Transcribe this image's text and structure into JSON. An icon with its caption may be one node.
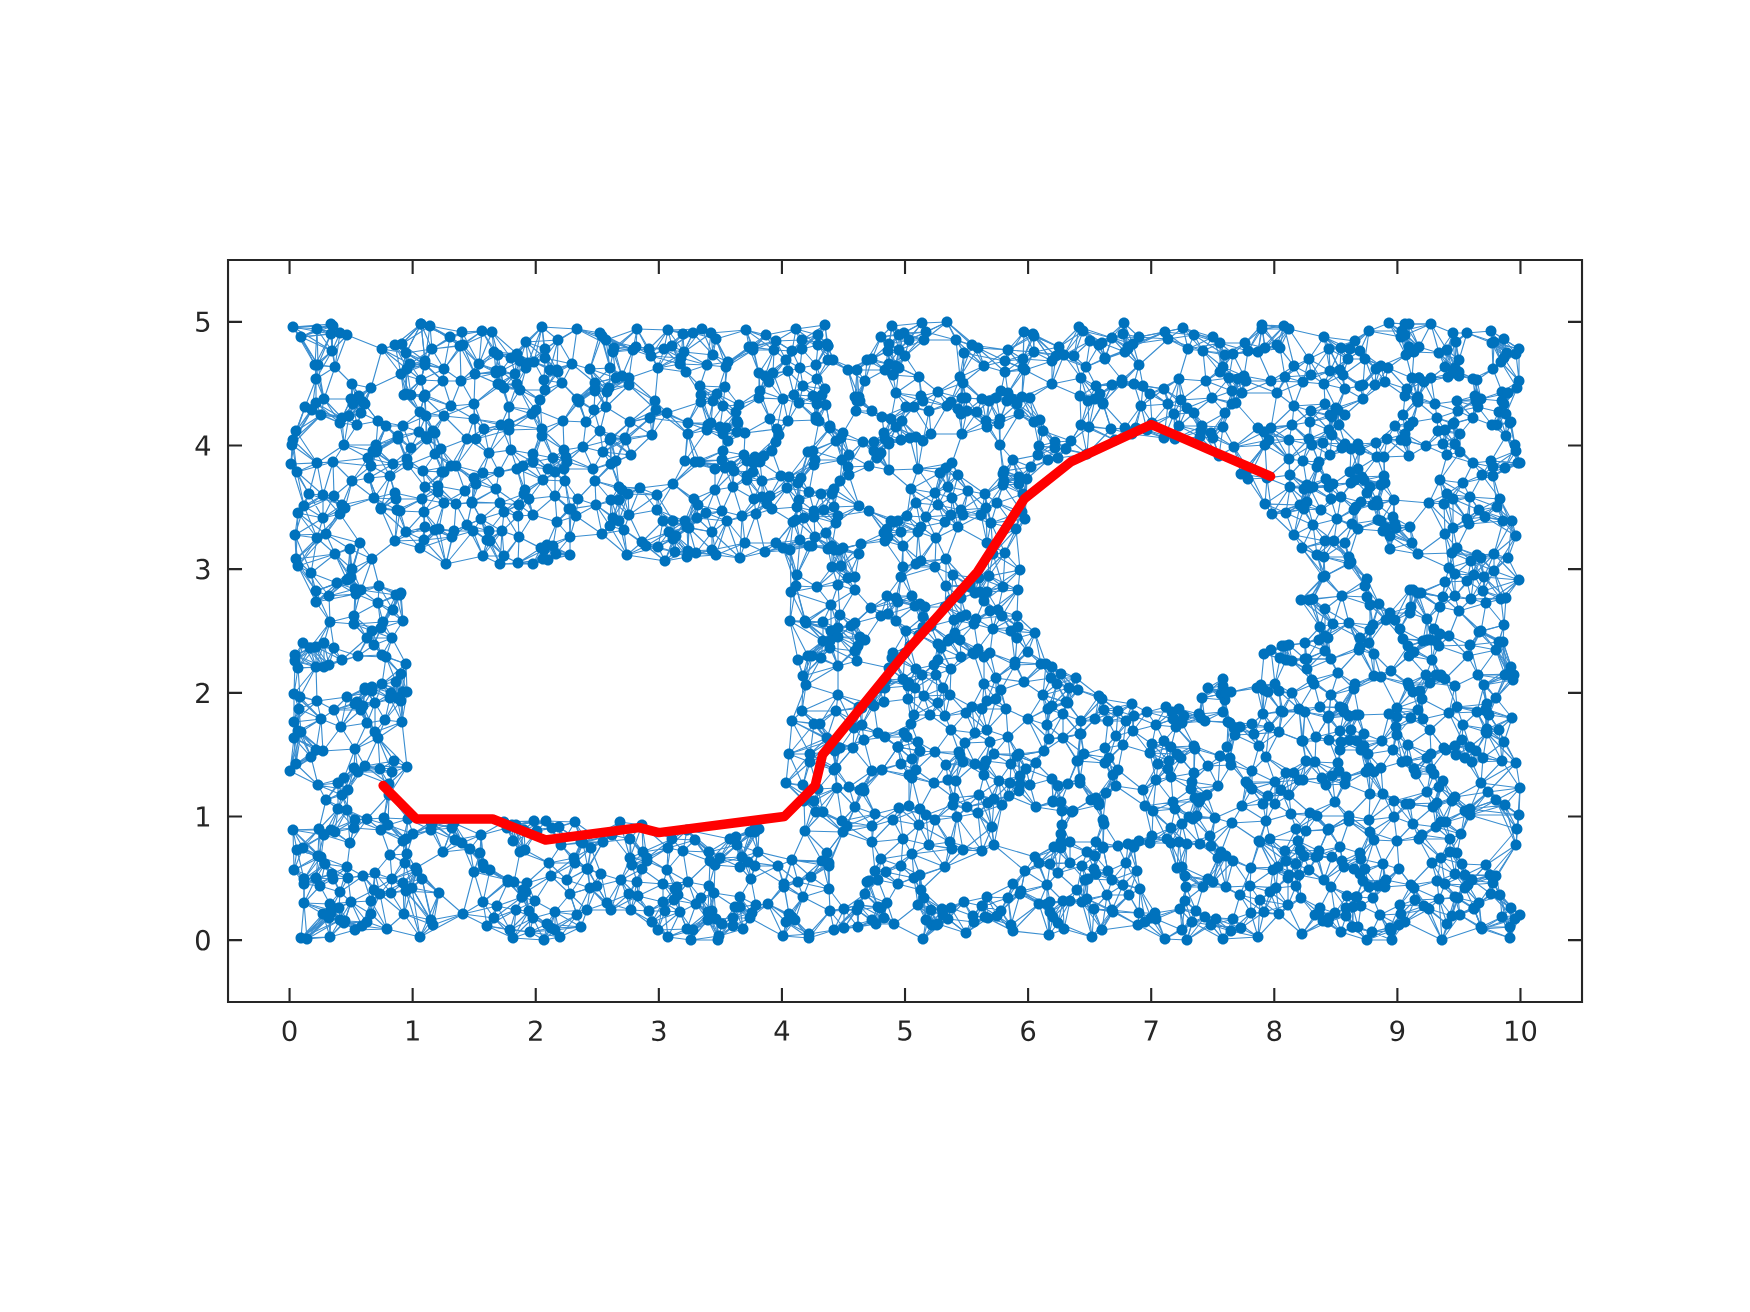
{
  "diagram": {
    "chart_data": {
      "type": "line",
      "x": [
        0.76,
        1.03,
        1.65,
        2.08,
        2.84,
        3.0,
        4.02,
        4.27,
        4.33,
        5.05,
        5.59,
        5.97,
        6.35,
        7.0,
        7.97
      ],
      "series": [
        {
          "color": "#ff0000",
          "values": [
            1.25,
            0.98,
            0.98,
            0.81,
            0.91,
            0.87,
            1.0,
            1.25,
            1.5,
            2.38,
            2.98,
            3.57,
            3.87,
            4.17,
            3.75
          ]
        }
      ],
      "xlim": [
        -0.5,
        10.5
      ],
      "ylim": [
        -0.5,
        5.5
      ],
      "xticks": [
        0,
        1,
        2,
        3,
        4,
        5,
        6,
        7,
        8,
        9,
        10
      ],
      "yticks": [
        0,
        1,
        2,
        3,
        4,
        5
      ]
    }
  }
}
